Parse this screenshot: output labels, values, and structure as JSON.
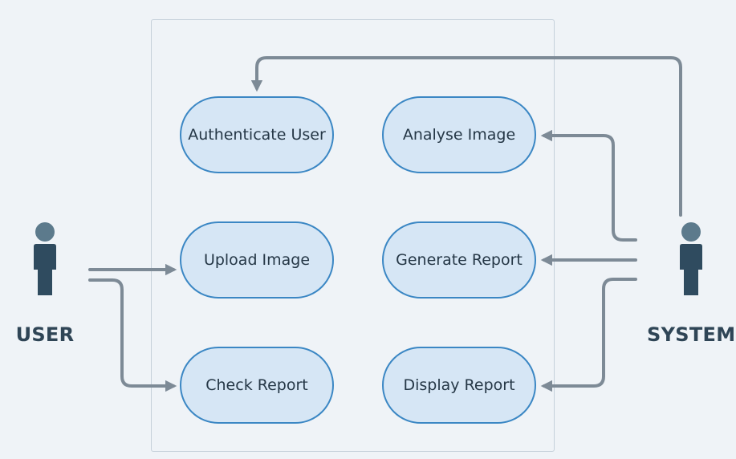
{
  "actors": {
    "user": "USER",
    "system": "SYSTEM"
  },
  "use_cases": {
    "authenticate_user": "Authenticate User",
    "analyse_image": "Analyse Image",
    "upload_image": "Upload Image",
    "generate_report": "Generate Report",
    "check_report": "Check Report",
    "display_report": "Display Report"
  },
  "colors": {
    "background": "#eff3f7",
    "use_case_fill": "#d6e6f5",
    "use_case_border": "#3b87c4",
    "actor": "#334d5f",
    "connector": "#7d8a96",
    "boundary": "#c5d0da"
  }
}
